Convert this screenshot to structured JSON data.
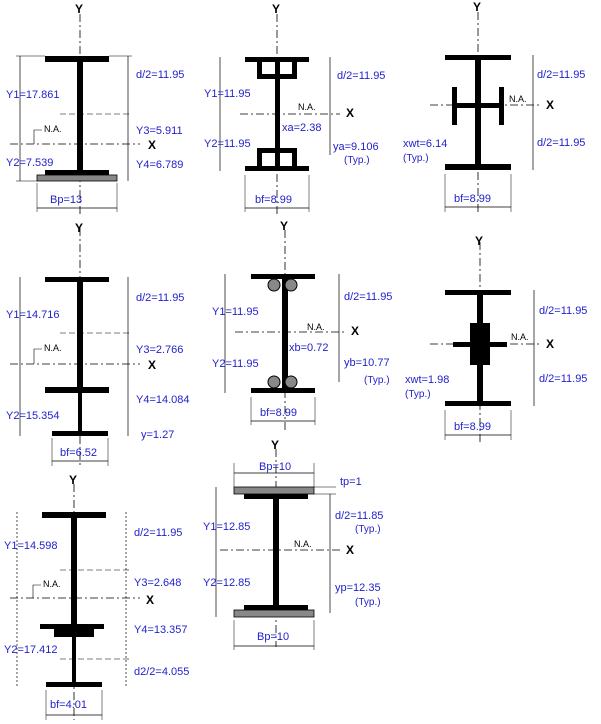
{
  "axes": {
    "y": "Y",
    "x": "X",
    "na": "N.A."
  },
  "colors": {
    "label": "#2222cc",
    "steel": "#000000",
    "plate": "#888888",
    "dim": "#000000"
  },
  "panels": [
    {
      "labels": {
        "y1": "Y1=17.861",
        "y2": "Y2=7.539",
        "d2": "d/2=11.95",
        "y3": "Y3=5.911",
        "y4": "Y4=6.789",
        "bp": "Bp=13"
      }
    },
    {
      "labels": {
        "y1": "Y1=11.95",
        "y2": "Y2=11.95",
        "d2": "d/2=11.95",
        "xa": "xa=2.38",
        "ya": "ya=9.106",
        "typ": "(Typ.)",
        "bf": "bf=8.99"
      }
    },
    {
      "labels": {
        "d2a": "d/2=11.95",
        "d2b": "d/2=11.95",
        "xwt": "xwt=6.14",
        "typ": "(Typ.)",
        "bf": "bf=8.99"
      }
    },
    {
      "labels": {
        "y1": "Y1=14.716",
        "y2": "Y2=15.354",
        "d2": "d/2=11.95",
        "y3": "Y3=2.766",
        "y4": "Y4=14.084",
        "y": "y=1.27",
        "bf": "bf=6.52"
      }
    },
    {
      "labels": {
        "y1": "Y1=11.95",
        "y2": "Y2=11.95",
        "d2": "d/2=11.95",
        "xb": "xb=0.72",
        "yb": "yb=10.77",
        "typ": "(Typ.)",
        "bf": "bf=8.99"
      }
    },
    {
      "labels": {
        "d2a": "d/2=11.95",
        "d2b": "d/2=11.95",
        "xwt": "xwt=1.98",
        "typ": "(Typ.)",
        "bf": "bf=8.99"
      }
    },
    {
      "labels": {
        "y1": "Y1=14.598",
        "y2": "Y2=17.412",
        "d2": "d/2=11.95",
        "y3": "Y3=2.648",
        "y4": "Y4=13.357",
        "d22": "d2/2=4.055",
        "bf": "bf=4.01"
      }
    },
    {
      "labels": {
        "bp_top": "Bp=10",
        "tp": "tp=1",
        "y1": "Y1=12.85",
        "y2": "Y2=12.85",
        "d2": "d/2=11.85",
        "typ1": "(Typ.)",
        "yp": "yp=12.35",
        "typ2": "(Typ.)",
        "bp_bot": "Bp=10"
      }
    }
  ]
}
